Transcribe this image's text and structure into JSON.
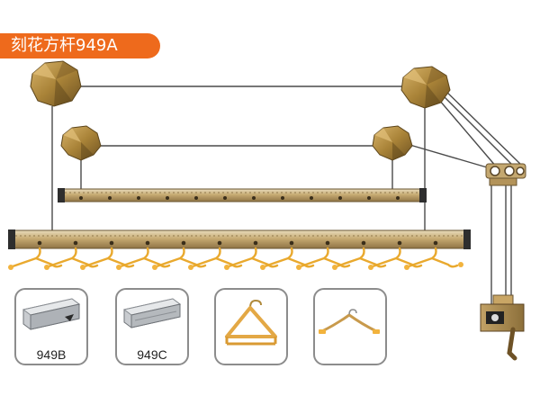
{
  "product_title": "刻花方杆949A",
  "variants": [
    {
      "label": "949B",
      "icon": "profile-949b-icon"
    },
    {
      "label": "949C",
      "icon": "profile-949c-icon"
    },
    {
      "label": "",
      "icon": "wooden-hanger-icon"
    },
    {
      "label": "",
      "icon": "wire-hanger-icon"
    }
  ],
  "colors": {
    "accent": "#ee6a1c",
    "bar": "#b89a5e",
    "hook": "#f2b33d",
    "mount": "#9a7632"
  }
}
